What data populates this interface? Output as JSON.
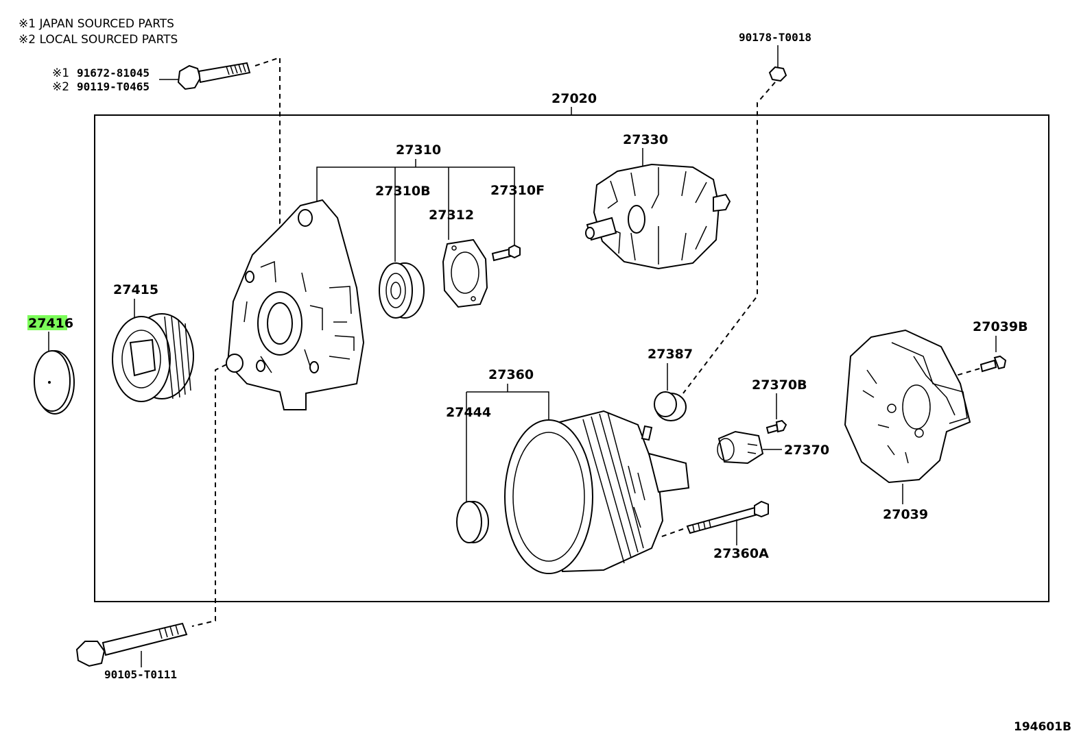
{
  "notes": {
    "note1": "※1 JAPAN SOURCED PARTS",
    "note2": "※2 LOCAL SOURCED PARTS"
  },
  "bolt_top": {
    "line1_prefix": "※1",
    "line1_part": "91672-81045",
    "line2_prefix": "※2",
    "line2_part": "90119-T0465"
  },
  "labels": {
    "p90178": "90178-T0018",
    "p27020": "27020",
    "p27310": "27310",
    "p27310b": "27310B",
    "p27310f": "27310F",
    "p27312": "27312",
    "p27330": "27330",
    "p27415": "27415",
    "p27416": "27416",
    "p27387": "27387",
    "p27360": "27360",
    "p27444": "27444",
    "p27370b": "27370B",
    "p27370": "27370",
    "p27039b": "27039B",
    "p27039": "27039",
    "p27360a": "27360A",
    "p90105": "90105-T0111"
  },
  "highlight": {
    "part": "27416",
    "color": "#7CFC5A"
  },
  "diagram_code": "194601B"
}
